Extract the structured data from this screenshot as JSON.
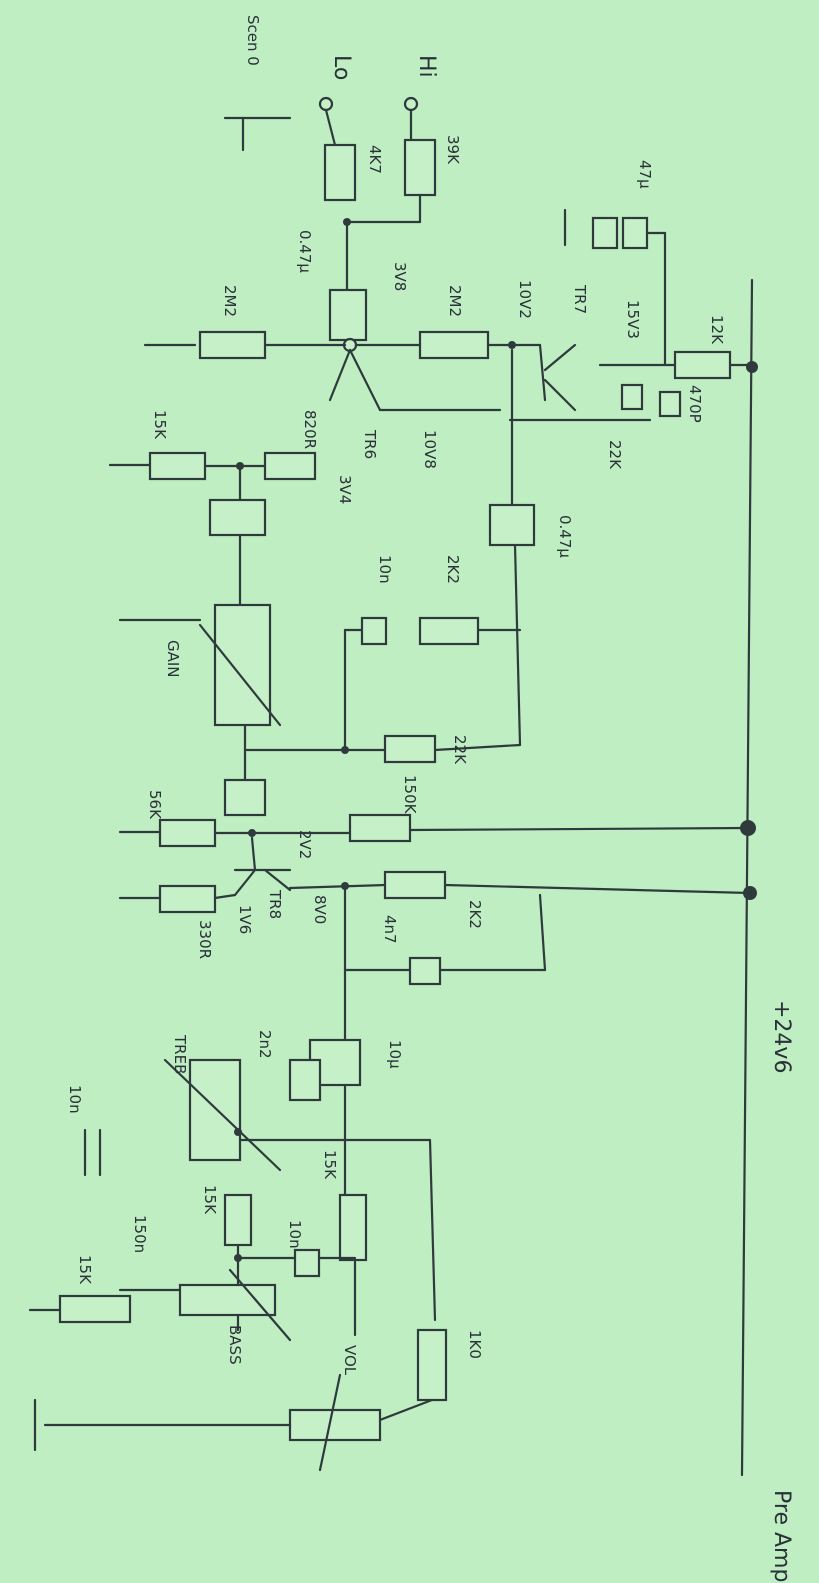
{
  "title": "Pre Amp",
  "inputs": {
    "hi": "Hi",
    "lo": "Lo",
    "screen": "Scen 0"
  },
  "supply": "+24v6",
  "components": {
    "r_39k": "39K",
    "r_4k7": "4K7",
    "c_047_in": "0.47µ",
    "v_3v8": "3V8",
    "r_2m2_a": "2M2",
    "r_2m2_b": "2M2",
    "v_10v2": "10V2",
    "tr7": "TR7",
    "v_15v3": "15V3",
    "c_47u": "47µ",
    "r_12k": "12K",
    "c_470p": "470P",
    "r_22k_a": "22K",
    "r_15k_a": "15K",
    "r_820r": "820R",
    "tr6": "TR6",
    "v_10v8": "10V8",
    "v_3v4": "3V4",
    "c_047_b": "0.47µ",
    "c_10n_a": "10n",
    "r_2k2_a": "2K2",
    "gain": "GAIN",
    "r_22k_b": "22K",
    "r_56k": "56K",
    "r_150k": "150K",
    "v_2v2": "2V2",
    "tr8": "TR8",
    "r_330r": "330R",
    "v_1v6": "1V6",
    "v_8v0": "8V0",
    "r_2k2_b": "2K2",
    "c_4n7": "4n7",
    "c_10u": "10µ",
    "treb": "TREB",
    "c_10n_b": "10n",
    "c_2n2": "2n2",
    "r_15k_b": "15K",
    "r_15k_c": "15K",
    "c_10n_c": "10n",
    "c_150n": "150n",
    "r_15k_d": "15K",
    "bass": "BASS",
    "vol": "VOL",
    "r_1k0": "1K0"
  },
  "colors": {
    "paper": "#bfeec2",
    "pencil": "#2f3a3c"
  }
}
